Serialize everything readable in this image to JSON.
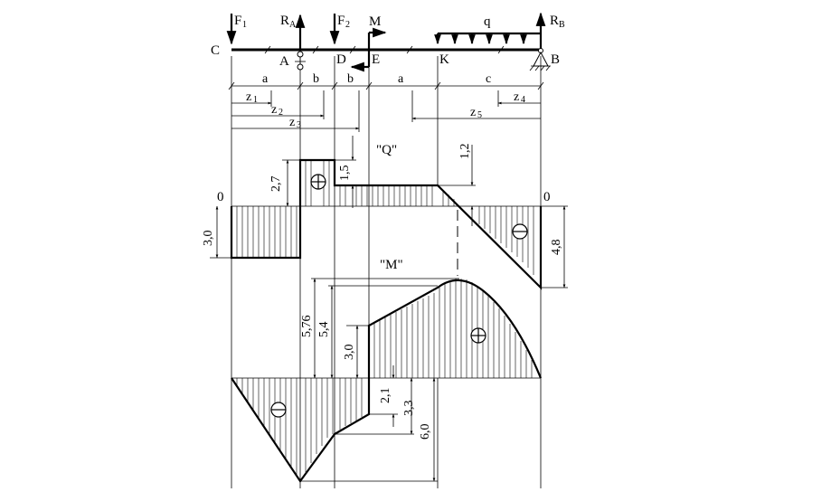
{
  "beam": {
    "labels": {
      "C": "C",
      "A": "A",
      "D": "D",
      "E": "E",
      "K": "K",
      "B": "B",
      "F1": "F",
      "F1_sub": "1",
      "RA": "R",
      "RA_sub": "A",
      "F2": "F",
      "F2_sub": "2",
      "M": "M",
      "q": "q",
      "RB": "R",
      "RB_sub": "B"
    },
    "segments": {
      "a1": "a",
      "b1": "b",
      "b2": "b",
      "a2": "a",
      "c": "c"
    },
    "coords": {
      "z1": "z",
      "z1_sub": "1",
      "z2": "z",
      "z2_sub": "2",
      "z3": "z",
      "z3_sub": "3",
      "z4": "z",
      "z4_sub": "4",
      "z5": "z",
      "z5_sub": "5"
    }
  },
  "shear_diagram": {
    "title": "\"Q\"",
    "zero_left": "0",
    "zero_right": "0",
    "values": {
      "v30": "3,0",
      "v27": "2,7",
      "v15": "1,5",
      "v12": "1,2",
      "v48": "4,8"
    }
  },
  "moment_diagram": {
    "title": "\"M\"",
    "values": {
      "v576": "5,76",
      "v54": "5,4",
      "v30": "3,0",
      "v21": "2,1",
      "v33": "3,3",
      "v60": "6,0"
    }
  }
}
